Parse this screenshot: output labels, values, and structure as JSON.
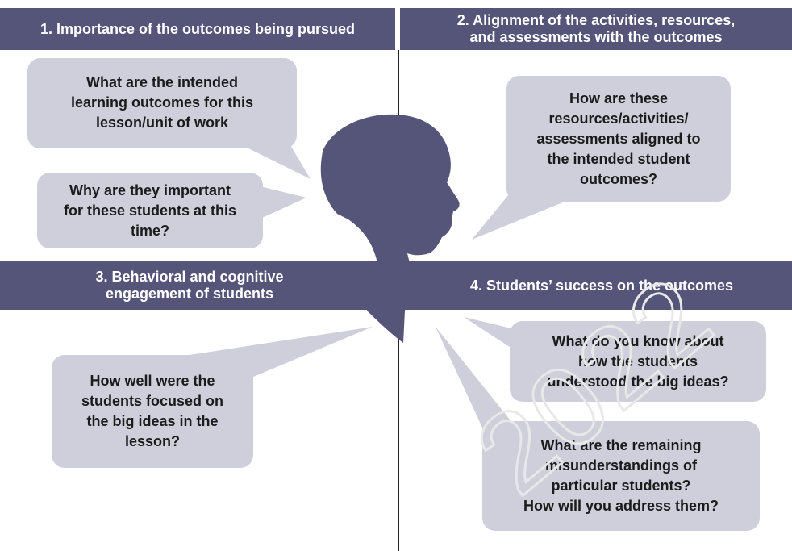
{
  "headers": {
    "q1": "1. Importance of the outcomes being pursued",
    "q2": "2. Alignment of the activities, resources,\nand assessments with the outcomes",
    "q3": "3. Behavioral and cognitive\nengagement of students",
    "q4": "4. Students’ success on the outcomes"
  },
  "bubbles": {
    "q1_outcomes": "What are the intended\nlearning outcomes for this\nlesson/unit of work",
    "q1_why": "Why are they important\nfor these students at this\ntime?",
    "q2_aligned": "How are these\nresources/activities/\nassessments aligned to\nthe intended student\noutcomes?",
    "q3_focus": "How well were the\nstudents focused on\nthe big ideas in the\nlesson?",
    "q4_know": "What do you know about\nhow the students\nunderstood the big ideas?",
    "q4_misunderstand": "What are the remaining\nmisunderstandings of\nparticular students?\nHow will you address them?"
  },
  "watermark": "2022",
  "colors": {
    "header": "#555479",
    "bubble": "#cfcedb",
    "head": "#555479",
    "text": "#1b1b1b"
  },
  "icons": {
    "center": "human-head-silhouette-icon"
  }
}
